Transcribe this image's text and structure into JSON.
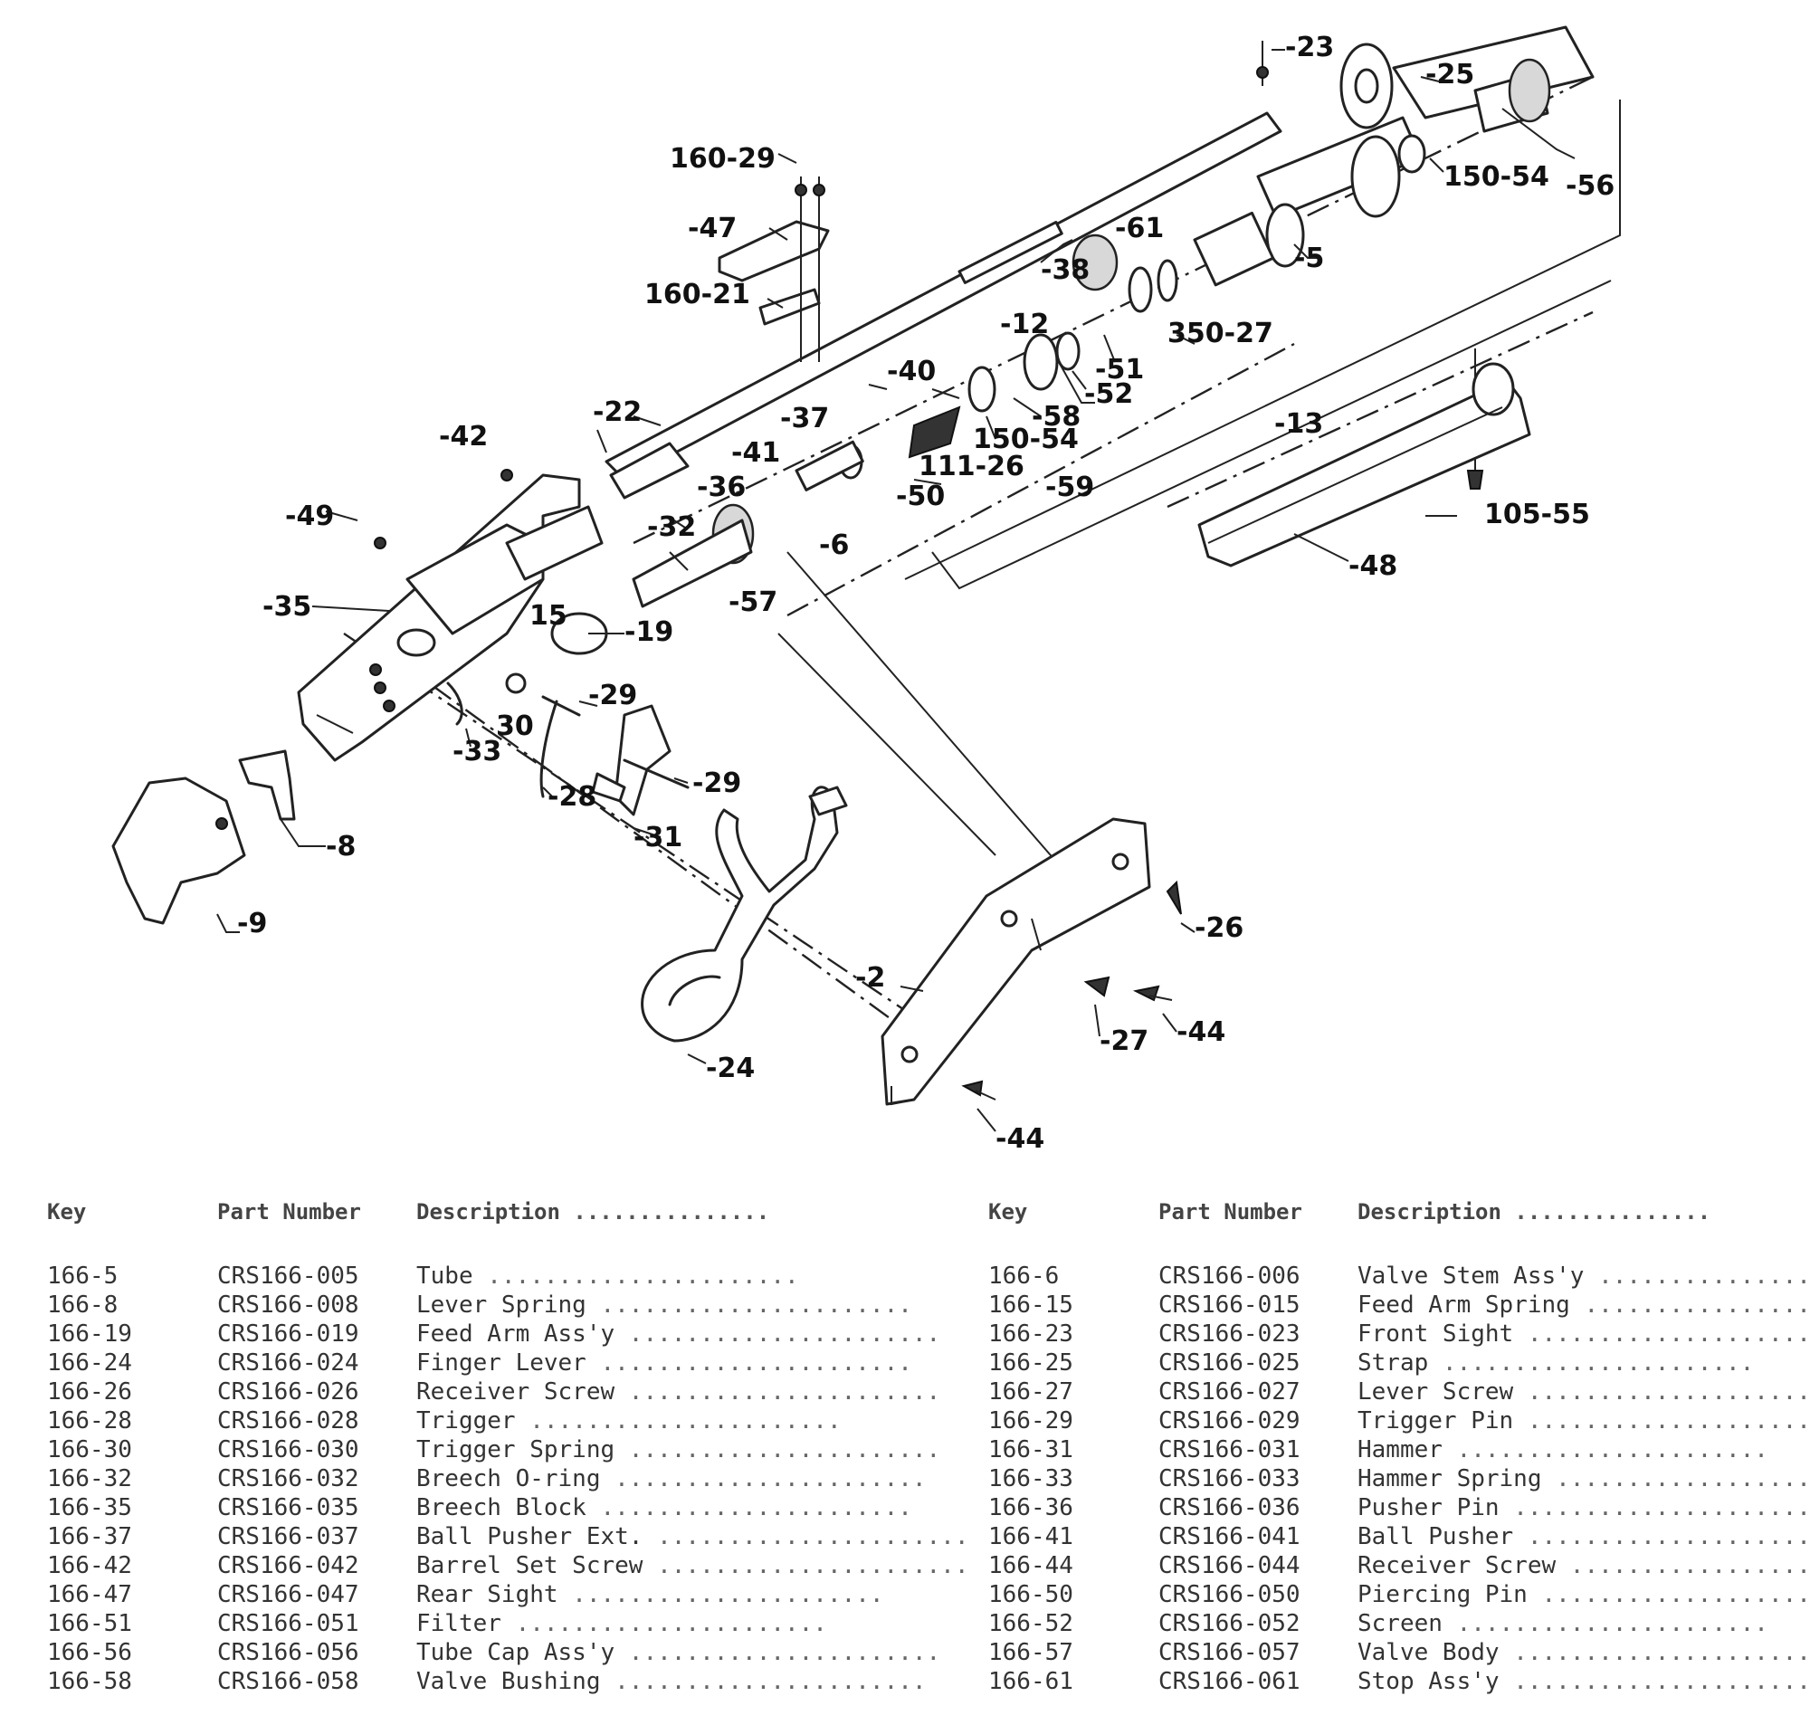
{
  "callouts": {
    "c23": "-23",
    "c25": "-25",
    "c56": "-56",
    "c150_54a": "150-54",
    "c5": "-5",
    "c160_29": "160-29",
    "c47": "-47",
    "c38": "-38",
    "c61": "-61",
    "c350_27": "350-27",
    "c160_21": "160-21",
    "c12": "-12",
    "c40": "-40",
    "c51": "-51",
    "c52": "-52",
    "c58": "-58",
    "c22": "-22",
    "c37": "-37",
    "c150_54b": "150-54",
    "c13": "-13",
    "c42": "-42",
    "c41": "-41",
    "c111_26": "111-26",
    "c59": "-59",
    "c36": "-36",
    "c50": "-50",
    "c105_55": "105-55",
    "c49": "-49",
    "c32": "-32",
    "c6": "-6",
    "c48": "-48",
    "c35": "-35",
    "c15": "15",
    "c19": "-19",
    "c57": "-57",
    "c29a": "-29",
    "c30": "30",
    "c33": "-33",
    "c28": "-28",
    "c29b": "-29",
    "c31": "-31",
    "c8": "-8",
    "c9": "-9",
    "c26": "-26",
    "c2": "-2",
    "c27": "-27",
    "c44a": "-44",
    "c24": "-24",
    "c44b": "-44"
  },
  "table": {
    "headers": {
      "key": "Key",
      "part_number": "Part Number",
      "description": "Description"
    },
    "left": [
      {
        "key": "166-5",
        "pn": "CRS166-005",
        "desc": "Tube"
      },
      {
        "key": "166-8",
        "pn": "CRS166-008",
        "desc": "Lever Spring"
      },
      {
        "key": "166-19",
        "pn": "CRS166-019",
        "desc": "Feed Arm Ass'y"
      },
      {
        "key": "166-24",
        "pn": "CRS166-024",
        "desc": "Finger Lever"
      },
      {
        "key": "166-26",
        "pn": "CRS166-026",
        "desc": "Receiver Screw"
      },
      {
        "key": "166-28",
        "pn": "CRS166-028",
        "desc": "Trigger"
      },
      {
        "key": "166-30",
        "pn": "CRS166-030",
        "desc": "Trigger Spring"
      },
      {
        "key": "166-32",
        "pn": "CRS166-032",
        "desc": "Breech O-ring"
      },
      {
        "key": "166-35",
        "pn": "CRS166-035",
        "desc": "Breech Block"
      },
      {
        "key": "166-37",
        "pn": "CRS166-037",
        "desc": "Ball Pusher Ext."
      },
      {
        "key": "166-42",
        "pn": "CRS166-042",
        "desc": "Barrel Set Screw"
      },
      {
        "key": "166-47",
        "pn": "CRS166-047",
        "desc": "Rear Sight"
      },
      {
        "key": "166-51",
        "pn": "CRS166-051",
        "desc": "Filter"
      },
      {
        "key": "166-56",
        "pn": "CRS166-056",
        "desc": "Tube Cap Ass'y"
      },
      {
        "key": "166-58",
        "pn": "CRS166-058",
        "desc": "Valve Bushing"
      }
    ],
    "right": [
      {
        "key": "166-6",
        "pn": "CRS166-006",
        "desc": "Valve Stem Ass'y"
      },
      {
        "key": "166-15",
        "pn": "CRS166-015",
        "desc": "Feed Arm  Spring"
      },
      {
        "key": "166-23",
        "pn": "CRS166-023",
        "desc": "Front Sight"
      },
      {
        "key": "166-25",
        "pn": "CRS166-025",
        "desc": "Strap"
      },
      {
        "key": "166-27",
        "pn": "CRS166-027",
        "desc": "Lever Screw"
      },
      {
        "key": "166-29",
        "pn": "CRS166-029",
        "desc": "Trigger Pin"
      },
      {
        "key": "166-31",
        "pn": "CRS166-031",
        "desc": "Hammer"
      },
      {
        "key": "166-33",
        "pn": "CRS166-033",
        "desc": "Hammer Spring"
      },
      {
        "key": "166-36",
        "pn": "CRS166-036",
        "desc": "Pusher Pin"
      },
      {
        "key": "166-41",
        "pn": "CRS166-041",
        "desc": "Ball Pusher"
      },
      {
        "key": "166-44",
        "pn": "CRS166-044",
        "desc": "Receiver Screw"
      },
      {
        "key": "166-50",
        "pn": "CRS166-050",
        "desc": "Piercing Pin"
      },
      {
        "key": "166-52",
        "pn": "CRS166-052",
        "desc": "Screen"
      },
      {
        "key": "166-57",
        "pn": "CRS166-057",
        "desc": "Valve Body"
      },
      {
        "key": "166-61",
        "pn": "CRS166-061",
        "desc": "Stop Ass'y"
      }
    ]
  }
}
